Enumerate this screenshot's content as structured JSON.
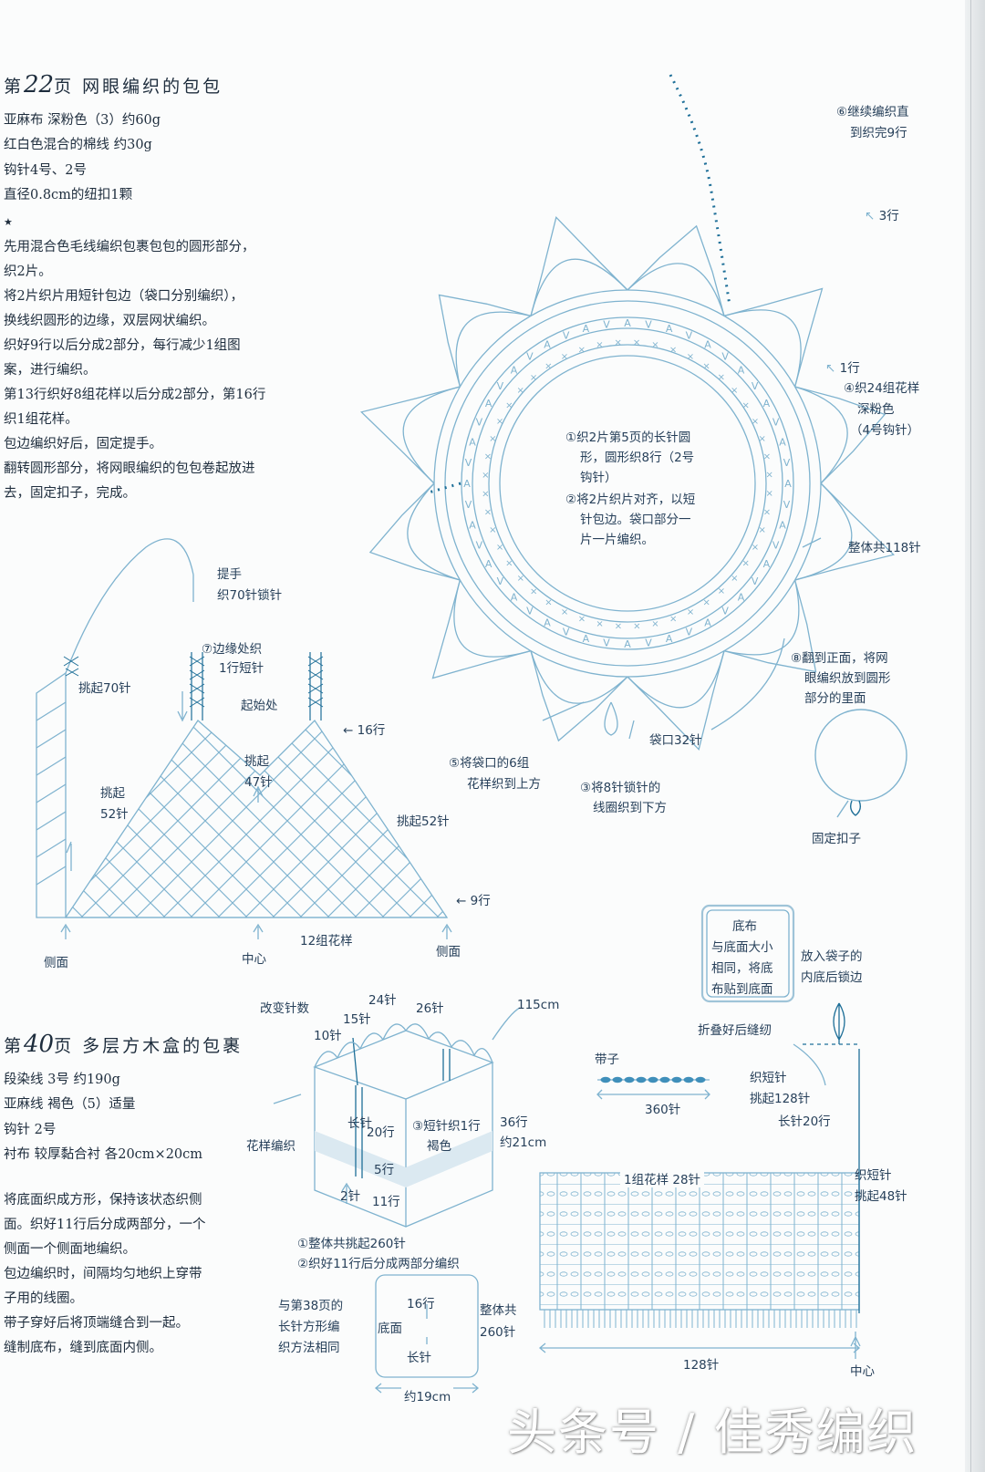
{
  "section1": {
    "heading_prefix": "第",
    "heading_number": "22",
    "heading_suffix": "页   网眼编织的包包",
    "materials": [
      "亚麻布 深粉色（3）约60g",
      "红白色混合的棉线 约30g",
      "钩针4号、2号",
      "直径0.8cm的纽扣1颗"
    ],
    "star": "★",
    "steps": [
      "先用混合色毛线编织包裹包包的圆形部分，",
      "织2片。",
      "将2片织片用短针包边（袋口分别编织），",
      "换线织圆形的边缘，双层网状编织。",
      "织好9行以后分成2部分，每行减少1组图",
      "案，进行编织。",
      "第13行织好8组花样以后分成2部分，第16行",
      "织1组花样。",
      "包边编织好后，固定提手。",
      "翻转圆形部分，将网眼编织的包包卷起放进",
      "去，固定扣子，完成。"
    ]
  },
  "circle_diagram": {
    "label_6": "⑥继续编织直",
    "label_6b": "到织完9行",
    "label_row3": "3行",
    "label_row1": "1行",
    "label_4a": "④织24组花样",
    "label_4b": "深粉色",
    "label_4c": "（4号钩针）",
    "center_1a": "①织2片第5页的长针圆",
    "center_1b": "形，圆形织8行（2号",
    "center_1c": "钩针）",
    "center_2a": "②将2片织片对齐，以短",
    "center_2b": "针包边。袋口部分一",
    "center_2c": "片一片编织。",
    "total_118": "整体共118针",
    "label_8a": "⑧翻到正面，将网",
    "label_8b": "眼编织放到圆形",
    "label_8c": "部分的里面",
    "mouth_32": "袋口32针",
    "label_5a": "⑤将袋口的6组",
    "label_5b": "花样织到上方",
    "label_3a": "③将8针锁针的",
    "label_3b": "线圈织到下方",
    "fix_button": "固定扣子"
  },
  "triangle_diagram": {
    "handle_a": "提手",
    "handle_b": "织70针锁针",
    "edge_7a": "⑦边缘处织",
    "edge_7b": "1行短针",
    "pick_70": "挑起70针",
    "start": "起始处",
    "row_16": "← 16行",
    "pick_47a": "挑起",
    "pick_47b": "47针",
    "pick_52a": "挑起",
    "pick_52b": "52针",
    "pick_52c": "挑起52针",
    "row_9": "← 9行",
    "side_left": "侧面",
    "center": "中心",
    "pattern_12": "12组花样",
    "side_right": "侧面"
  },
  "section2": {
    "heading_prefix": "第",
    "heading_number": "40",
    "heading_suffix": "页   多层方木盒的包裹",
    "materials": [
      "段染线 3号 约190g",
      "亚麻线 褐色（5）适量",
      "钩针 2号",
      "衬布 较厚黏合衬 各20cm×20cm"
    ],
    "steps": [
      "将底面织成方形，保持该状态织侧",
      "面。织好11行后分成两部分，一个",
      "侧面一个侧面地编织。",
      "包边编织时，间隔均匀地织上穿带",
      "子用的线圈。",
      "带子穿好后将顶端缝合到一起。",
      "缝制底布，缝到底面内侧。"
    ]
  },
  "box_diagram": {
    "change": "改变针数",
    "s24": "24针",
    "s26": "26针",
    "s15": "15针",
    "s10": "10针",
    "cm115": "115cm",
    "long_st": "长针",
    "s20": "20行",
    "sc3a": "③短针织1行",
    "sc3b": "褐色",
    "r36a": "36行",
    "r36b": "约21cm",
    "pattern": "花样编织",
    "r5": "5行",
    "r2": "2针",
    "r11": "11行",
    "total1": "①整体共挑起260针",
    "total2": "②织好11行后分成两部分编织",
    "same_a": "与第38页的",
    "same_b": "长针方形编",
    "same_c": "织方法相同",
    "sq_rows": "16行",
    "sq_bottom": "底面",
    "sq_long": "长针",
    "sq_total_a": "整体共",
    "sq_total_b": "260针",
    "sq_width": "约19cm"
  },
  "strap_diagram": {
    "cloth_a": "底布",
    "cloth_b": "与底面大小",
    "cloth_c": "相同，将底",
    "cloth_d": "布贴到底面",
    "fold": "折叠好后缝纫",
    "inner_a": "放入袋子的",
    "inner_b": "内底后锁边",
    "strap": "带子",
    "s360": "360针",
    "sc128a": "织短针",
    "sc128b": "挑起128针",
    "long20": "长针20行",
    "pattern28": "1组花样  28针",
    "sc48a": "织短针",
    "sc48b": "挑起48针",
    "s128": "128针",
    "center": "中心"
  },
  "watermark": "头条号 / 佳秀编织",
  "colors": {
    "diagram_blue": "#7fb3cf",
    "dark_blue": "#1e6f98",
    "text": "#1e2d3d",
    "paper": "#fbfcfc"
  }
}
